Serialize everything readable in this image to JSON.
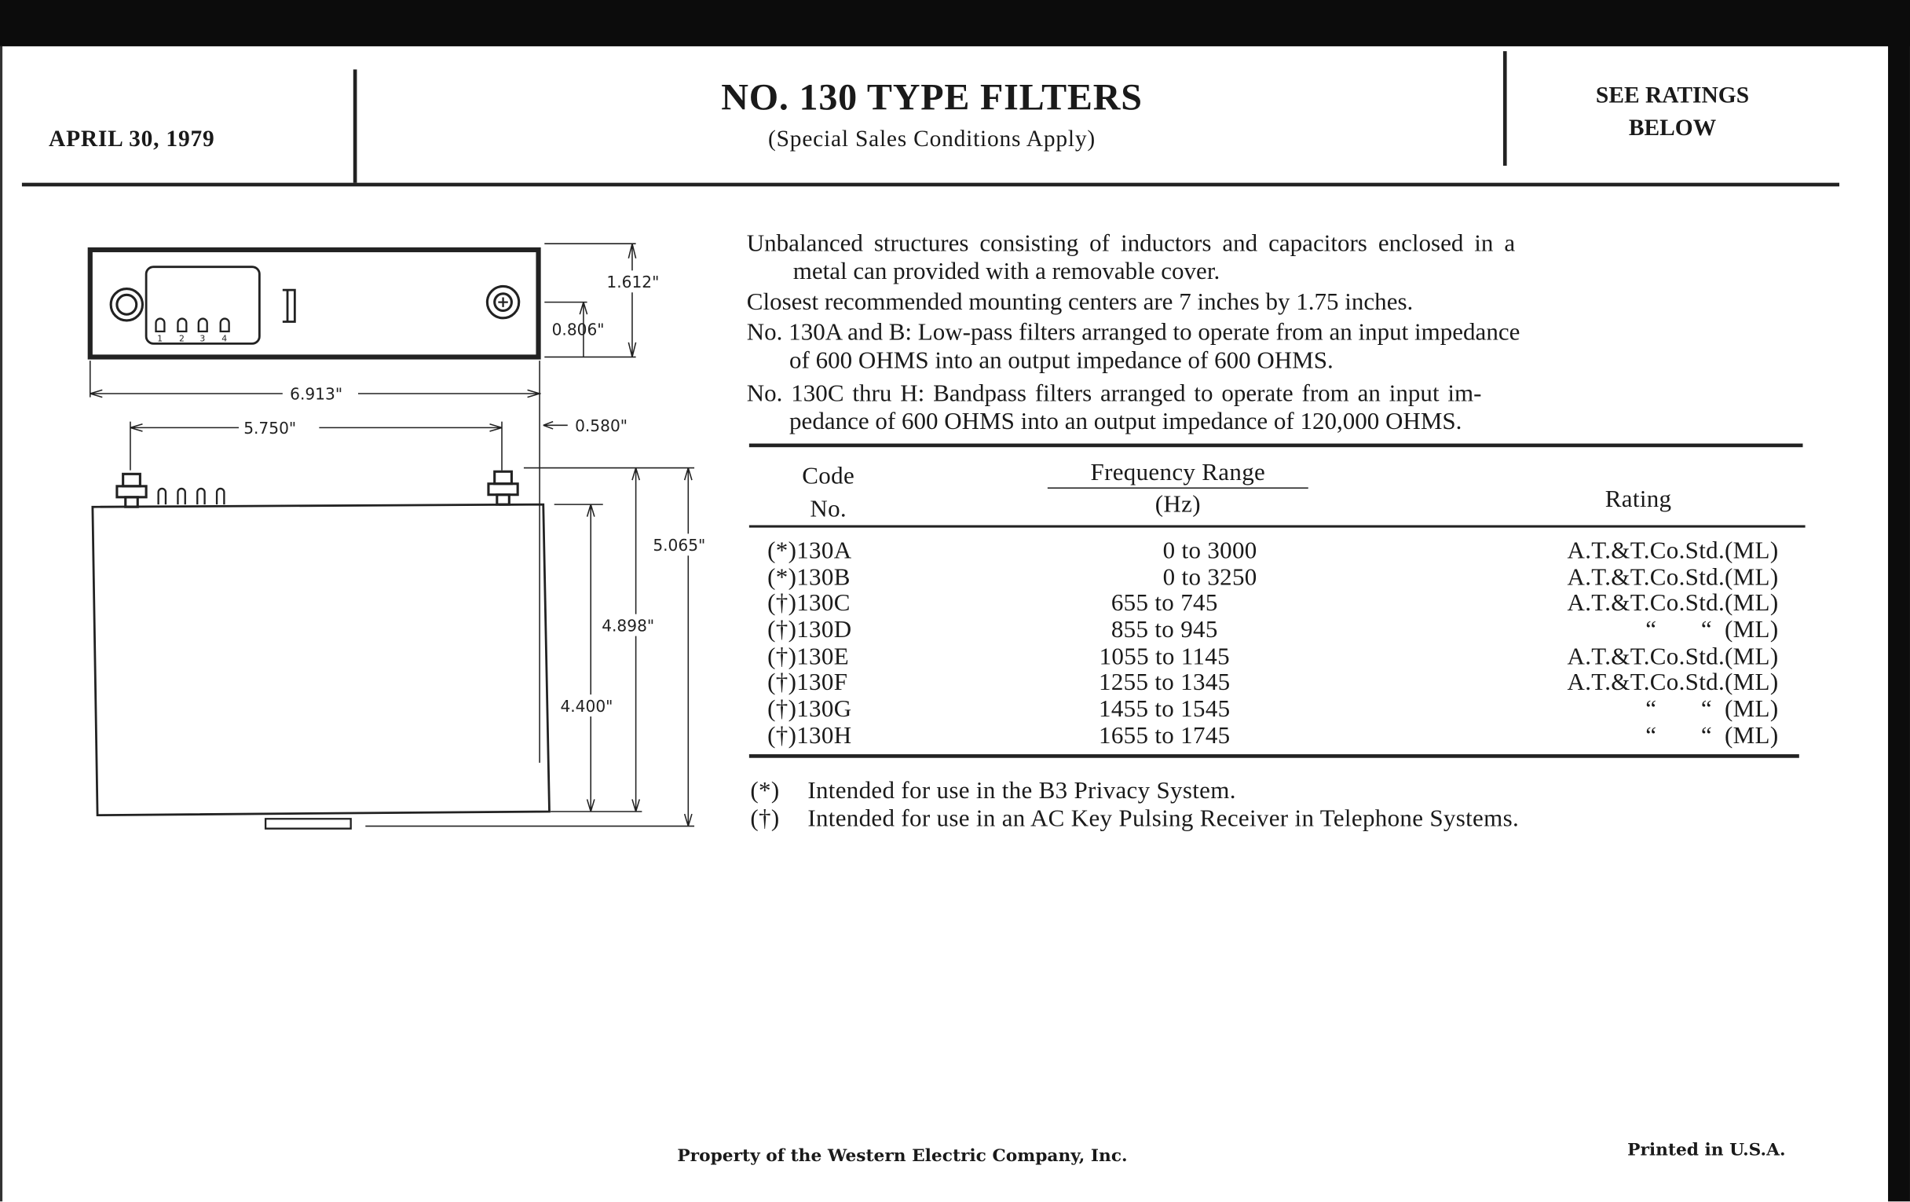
{
  "header": {
    "date": "APRIL 30, 1979",
    "title": "NO. 130 TYPE FILTERS",
    "subtitle": "(Special Sales Conditions Apply)",
    "ratings_note_line1": "SEE RATINGS",
    "ratings_note_line2": "BELOW"
  },
  "drawing": {
    "dimensions": {
      "height_top": "1.612\"",
      "center_offset": "0.806\"",
      "width_overall": "6.913\"",
      "mounting_spacing": "5.750\"",
      "side_offset": "0.580\"",
      "height_overall": "5.065\"",
      "height_to_terminal": "4.898\"",
      "body_height": "4.400\""
    },
    "terminal_labels": [
      "1",
      "2",
      "3",
      "4"
    ]
  },
  "description": {
    "p1_line1": "Unbalanced structures consisting of inductors and capacitors enclosed in a",
    "p1_line2": "metal can provided with a removable cover.",
    "p2": "Closest recommended mounting centers are 7 inches by 1.75 inches.",
    "p3_line1": "No. 130A and B: Low-pass filters arranged to operate from an input impedance",
    "p3_line2": "of 600 OHMS into an output impedance of 600 OHMS.",
    "p4_line1": "No. 130C thru H: Bandpass filters arranged to operate from an input im-",
    "p4_line2": "pedance of 600 OHMS into an output impedance of 120,000 OHMS."
  },
  "table": {
    "headers": {
      "code_1": "Code",
      "code_2": "No.",
      "freq_1": "Frequency Range",
      "freq_2": "(Hz)",
      "rating": "Rating"
    },
    "rows": [
      {
        "code": "(*)130A",
        "freq": "0 to 3000",
        "rating": "A.T.&T.Co.Std.(ML)"
      },
      {
        "code": "(*)130B",
        "freq": "0 to 3250",
        "rating": "A.T.&T.Co.Std.(ML)"
      },
      {
        "code": "(†)130C",
        "freq": "655 to 745",
        "rating": "A.T.&T.Co.Std.(ML)"
      },
      {
        "code": "(†)130D",
        "freq": "855 to 945",
        "rating": "“       “  (ML)"
      },
      {
        "code": "(†)130E",
        "freq": "1055 to 1145",
        "rating": "A.T.&T.Co.Std.(ML)"
      },
      {
        "code": "(†)130F",
        "freq": "1255 to 1345",
        "rating": "A.T.&T.Co.Std.(ML)"
      },
      {
        "code": "(†)130G",
        "freq": "1455 to 1545",
        "rating": "“       “  (ML)"
      },
      {
        "code": "(†)130H",
        "freq": "1655 to 1745",
        "rating": "“       “  (ML)"
      }
    ]
  },
  "footnotes": [
    {
      "mark": "(*)",
      "text": "Intended for use in the B3 Privacy System."
    },
    {
      "mark": "(†)",
      "text": "Intended for use in an AC Key Pulsing Receiver in Telephone Systems."
    }
  ],
  "footer": {
    "property": "Property of the Western Electric Company, Inc.",
    "printed": "Printed in U.S.A."
  }
}
